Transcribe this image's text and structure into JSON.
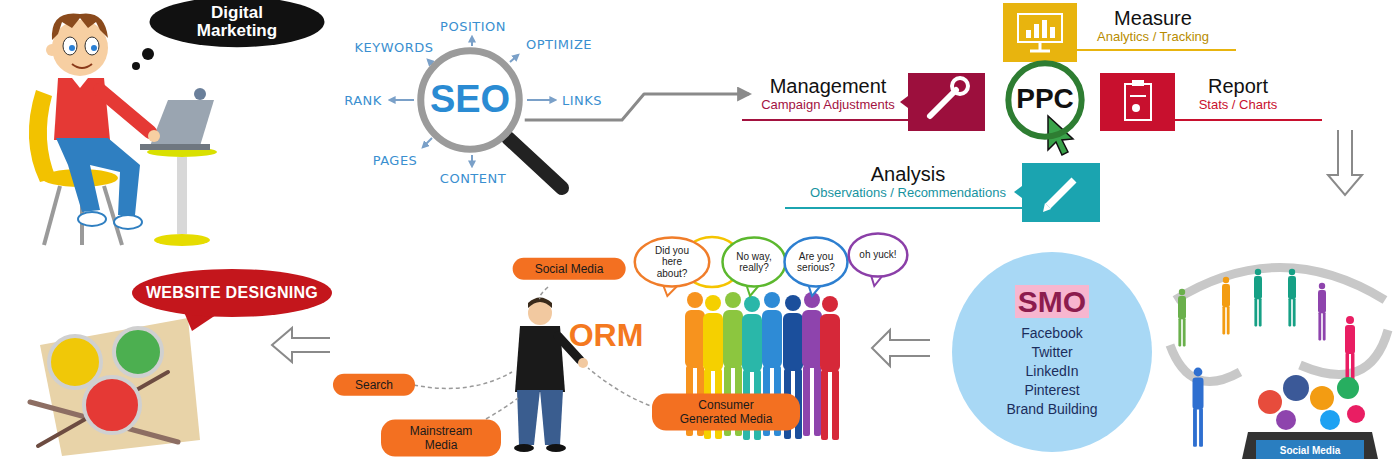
{
  "diagram": {
    "nodes": [
      {
        "text": [
          "Digital Marketing"
        ]
      },
      {
        "text": [
          "SEO"
        ]
      },
      {
        "text": [
          "Management",
          "Campaign Adjustments"
        ]
      },
      {
        "text": [
          "PPC"
        ]
      },
      {
        "text": [
          "Measure",
          "Analytics / Tracking"
        ]
      },
      {
        "text": [
          "Report",
          "Stats / Charts"
        ]
      },
      {
        "text": [
          "Analysis",
          "Observations / Recommendations"
        ]
      },
      {
        "text": [
          "Did you here about?"
        ]
      },
      {
        "text": [
          "No way, really?"
        ]
      },
      {
        "text": [
          "Are you serious?"
        ]
      },
      {
        "text": [
          "oh yuck!"
        ]
      },
      {
        "text": [
          "Social Media"
        ]
      },
      {
        "text": [
          "WEBSITE DESIGNING"
        ]
      },
      {
        "text": [
          "Search"
        ]
      },
      {
        "text": [
          "Consumer Generated Media"
        ]
      },
      {
        "text": [
          "Mainstream Media"
        ]
      },
      {
        "text": [
          "SMO",
          "Facebook",
          "Twitter",
          "LinkedIn",
          "Pinterest",
          "Brand Building"
        ]
      }
    ],
    "edges": [
      {
        "from": 1,
        "to": 2,
        "arrow": "to"
      }
    ],
    "labels": [
      "KEYWORDS",
      "POSITION",
      "OPTIMIZE",
      "RANK",
      "LINKS",
      "PAGES",
      "CONTENT",
      "ORM",
      "Social Media"
    ]
  }
}
